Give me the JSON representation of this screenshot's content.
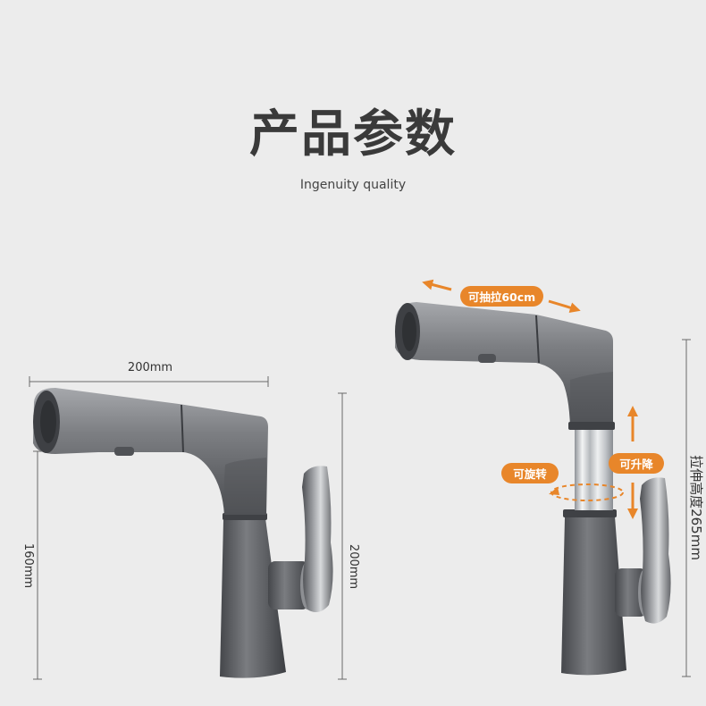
{
  "header": {
    "title": "产品参数",
    "subtitle": "Ingenuity quality"
  },
  "left_faucet": {
    "width_label": "200mm",
    "spout_height_label": "160mm",
    "total_height_label": "200mm"
  },
  "right_faucet": {
    "pull_label": "可抽拉60cm",
    "lift_label": "可升降",
    "rotate_label": "可旋转",
    "extended_height_label": "拉伸高度265mm"
  },
  "colors": {
    "background": "#ececec",
    "accent": "#e8862a",
    "text": "#3a3a3a",
    "faucet": "#5a5c60"
  }
}
